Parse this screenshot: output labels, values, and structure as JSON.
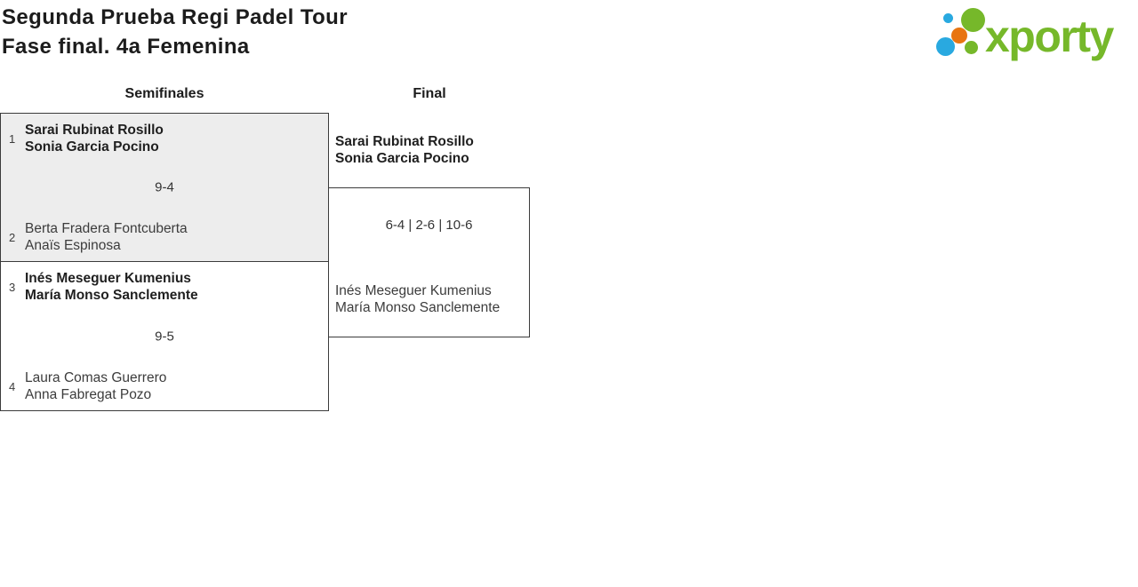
{
  "header": {
    "title_line1": "Segunda Prueba Regi Padel Tour",
    "title_line2": "Fase final. 4a Femenina"
  },
  "logo": {
    "text": "xporty",
    "brand_green": "#76b82a",
    "brand_blue": "#29a9e0",
    "brand_orange": "#e87511"
  },
  "bracket": {
    "highlight_bg": "#ededed",
    "rounds": [
      {
        "label": "Semifinales"
      },
      {
        "label": "Final"
      }
    ],
    "semifinals": [
      {
        "top": {
          "seed": "1",
          "players": [
            "Sarai Rubinat Rosillo",
            "Sonia Garcia Pocino"
          ],
          "winner": true
        },
        "score": "9-4",
        "bottom": {
          "seed": "2",
          "players": [
            "Berta Fradera Fontcuberta",
            "Anaïs Espinosa"
          ],
          "winner": false
        }
      },
      {
        "top": {
          "seed": "3",
          "players": [
            "Inés Meseguer Kumenius",
            "María Monso Sanclemente"
          ],
          "winner": true
        },
        "score": "9-5",
        "bottom": {
          "seed": "4",
          "players": [
            "Laura Comas Guerrero",
            "Anna Fabregat Pozo"
          ],
          "winner": false
        }
      }
    ],
    "final": {
      "top": {
        "players": [
          "Sarai Rubinat Rosillo",
          "Sonia Garcia Pocino"
        ],
        "winner": true
      },
      "score": "6-4 | 2-6 | 10-6",
      "bottom": {
        "players": [
          "Inés Meseguer Kumenius",
          "María Monso Sanclemente"
        ],
        "winner": false
      }
    }
  }
}
